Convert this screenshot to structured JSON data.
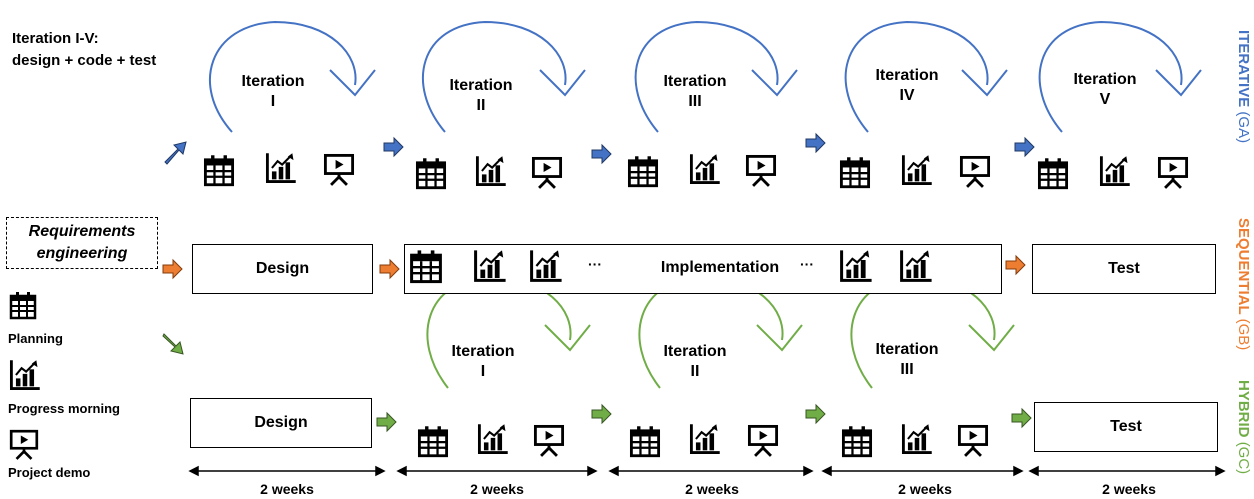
{
  "header_note": {
    "line1": "Iteration I-V:",
    "line2": "design + code + test"
  },
  "req": {
    "line1": "Requirements",
    "line2": "engineering"
  },
  "side_labels": {
    "iterative": {
      "main": "ITERATIVE",
      "sub": "(GA)",
      "color": "#4472c4"
    },
    "sequential": {
      "main": "SEQUENTIAL",
      "sub": "(GB)",
      "color": "#ed7d31"
    },
    "hybrid": {
      "main": "HYBRID",
      "sub": "(GC)",
      "color": "#70ad47"
    }
  },
  "iterative": {
    "iterations": [
      {
        "word": "Iteration",
        "num": "I"
      },
      {
        "word": "Iteration",
        "num": "II"
      },
      {
        "word": "Iteration",
        "num": "III"
      },
      {
        "word": "Iteration",
        "num": "IV"
      },
      {
        "word": "Iteration",
        "num": "V"
      }
    ]
  },
  "sequential": {
    "design": "Design",
    "implementation": "Implementation",
    "ellipsis": "···",
    "test": "Test"
  },
  "hybrid": {
    "design": "Design",
    "test": "Test",
    "iterations": [
      {
        "word": "Iteration",
        "num": "I"
      },
      {
        "word": "Iteration",
        "num": "II"
      },
      {
        "word": "Iteration",
        "num": "III"
      }
    ]
  },
  "legend": {
    "planning": "Planning",
    "progress": "Progress morning",
    "demo": "Project demo"
  },
  "weeks": [
    "2 weeks",
    "2 weeks",
    "2 weeks",
    "2 weeks",
    "2 weeks"
  ],
  "colors": {
    "blue": "#4472c4",
    "orange": "#ed7d31",
    "green": "#70ad47"
  },
  "icons": [
    "calendar-icon",
    "chart-icon",
    "presentation-icon"
  ]
}
